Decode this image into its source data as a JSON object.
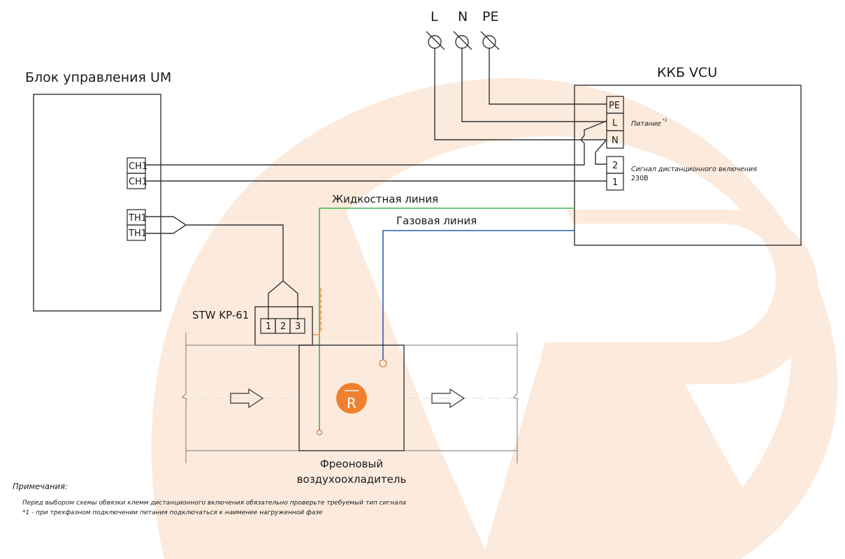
{
  "colors": {
    "watermark": "#fcebdd",
    "line": "#333333",
    "liquid_line": "#3cb54a",
    "gas_line": "#2f5fb3",
    "accent": "#f08030"
  },
  "supply": {
    "terminals": [
      "L",
      "N",
      "PE"
    ]
  },
  "control_unit": {
    "title": "Блок управления UM",
    "terminals": [
      "CH1",
      "CH1",
      "TH1",
      "TH1"
    ]
  },
  "condensing_unit": {
    "title": "ККБ VCU",
    "terminals": [
      "PE",
      "L",
      "N",
      "2",
      "1"
    ],
    "power_label": "Питание",
    "power_footnote": "*1",
    "signal_label": "Сигнал дистанционного включения",
    "signal_voltage": "230В"
  },
  "lines": {
    "liquid": "Жидкостная линия",
    "gas": "Газовая линия"
  },
  "thermostat": {
    "title": "STW KP-61",
    "terminals": [
      "1",
      "2",
      "3"
    ]
  },
  "air_cooler": {
    "line1": "Фреоновый",
    "line2": "воздухоохладитель",
    "badge": "R"
  },
  "notes": {
    "heading": "Примечания:",
    "items": [
      "Перед выбором схемы обвязки клемм дистанционного включения обязательно проверьте требуемый тип сигнала",
      "*1 - при трехфазном подключении питания подключаться к наименее нагруженной фазе"
    ]
  }
}
